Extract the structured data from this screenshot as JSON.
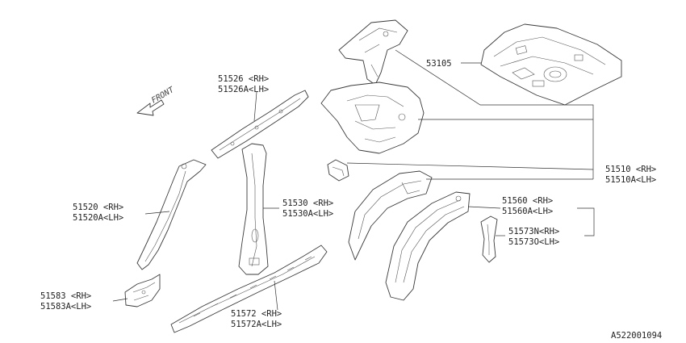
{
  "diagram": {
    "front_label": "FRONT",
    "ref_code": "A522001094",
    "parts": [
      {
        "id": "p53105",
        "lines": [
          "53105"
        ]
      },
      {
        "id": "p51526",
        "lines": [
          "51526 <RH>",
          "51526A<LH>"
        ]
      },
      {
        "id": "p51510",
        "lines": [
          "51510 <RH>",
          "51510A<LH>"
        ]
      },
      {
        "id": "p51520",
        "lines": [
          "51520 <RH>",
          "51520A<LH>"
        ]
      },
      {
        "id": "p51530",
        "lines": [
          "51530 <RH>",
          "51530A<LH>"
        ]
      },
      {
        "id": "p51560",
        "lines": [
          "51560 <RH>",
          "51560A<LH>"
        ]
      },
      {
        "id": "p51573",
        "lines": [
          "51573N<RH>",
          "51573O<LH>"
        ]
      },
      {
        "id": "p51583",
        "lines": [
          "51583 <RH>",
          "51583A<LH>"
        ]
      },
      {
        "id": "p51572",
        "lines": [
          "51572 <RH>",
          "51572A<LH>"
        ]
      }
    ]
  }
}
